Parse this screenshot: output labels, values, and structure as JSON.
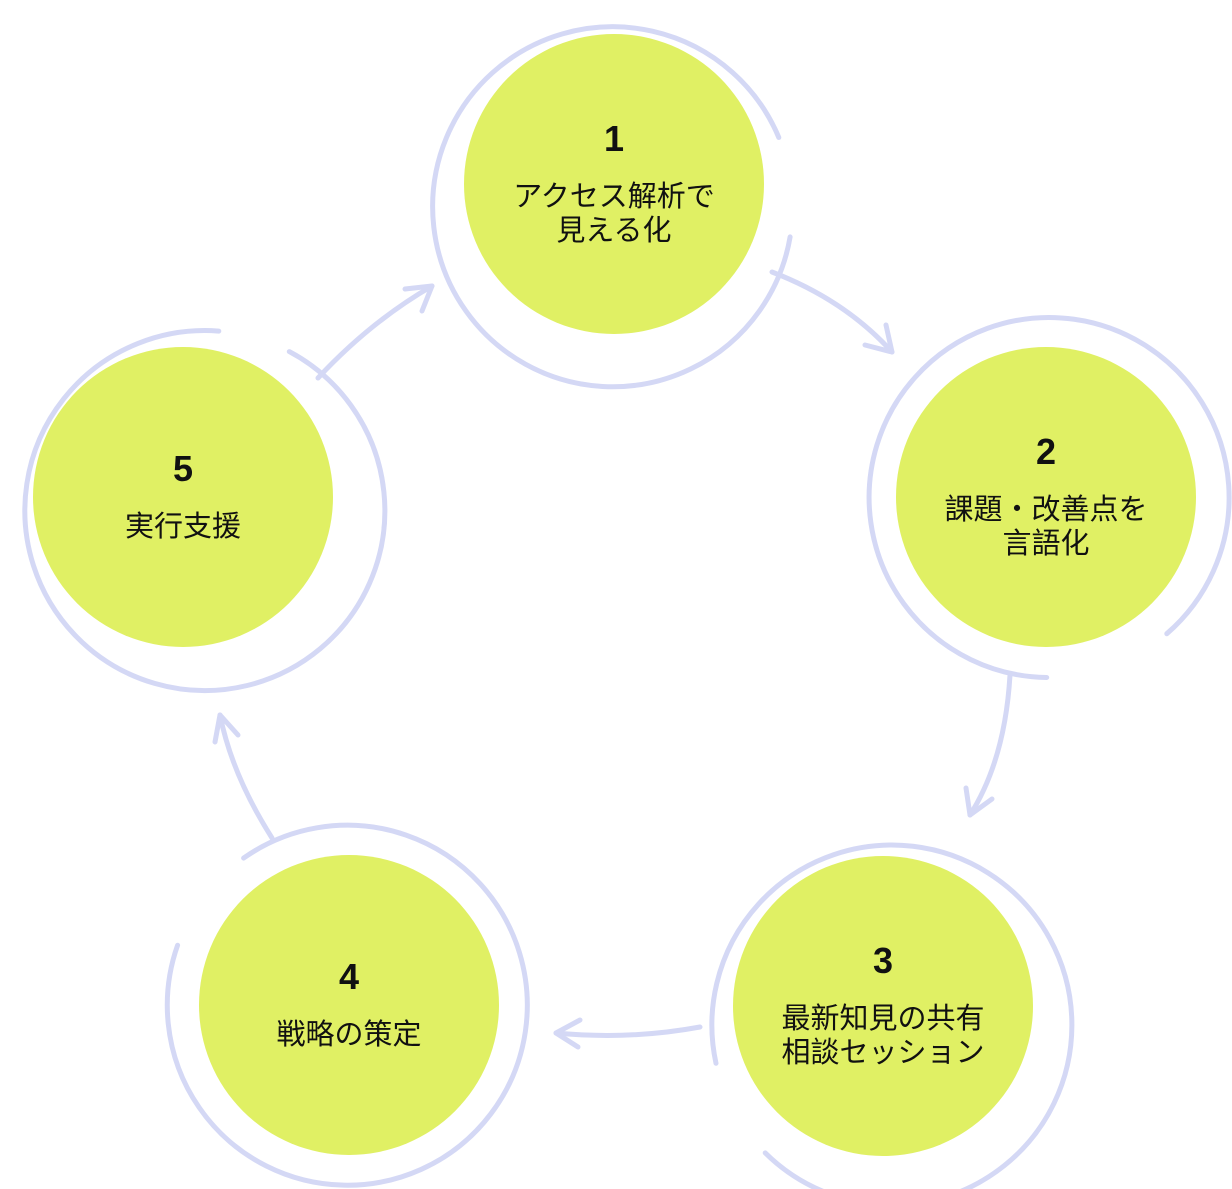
{
  "colors": {
    "ring": "#d4d8f5",
    "fill": "#e0f064",
    "arrow": "#d4d8f5",
    "text": "#111111"
  },
  "steps": [
    {
      "number": "1",
      "label": "アクセス解析で\n見える化"
    },
    {
      "number": "2",
      "label": "課題・改善点を\n言語化"
    },
    {
      "number": "3",
      "label": "最新知見の共有\n相談セッション"
    },
    {
      "number": "4",
      "label": "戦略の策定"
    },
    {
      "number": "5",
      "label": "実行支援"
    }
  ],
  "arrows": [
    {
      "from": "1",
      "to": "2",
      "icon": "arrow-right-down-icon"
    },
    {
      "from": "2",
      "to": "3",
      "icon": "arrow-down-icon"
    },
    {
      "from": "3",
      "to": "4",
      "icon": "arrow-left-icon"
    },
    {
      "from": "4",
      "to": "5",
      "icon": "arrow-up-icon"
    },
    {
      "from": "5",
      "to": "1",
      "icon": "arrow-right-up-icon"
    }
  ]
}
